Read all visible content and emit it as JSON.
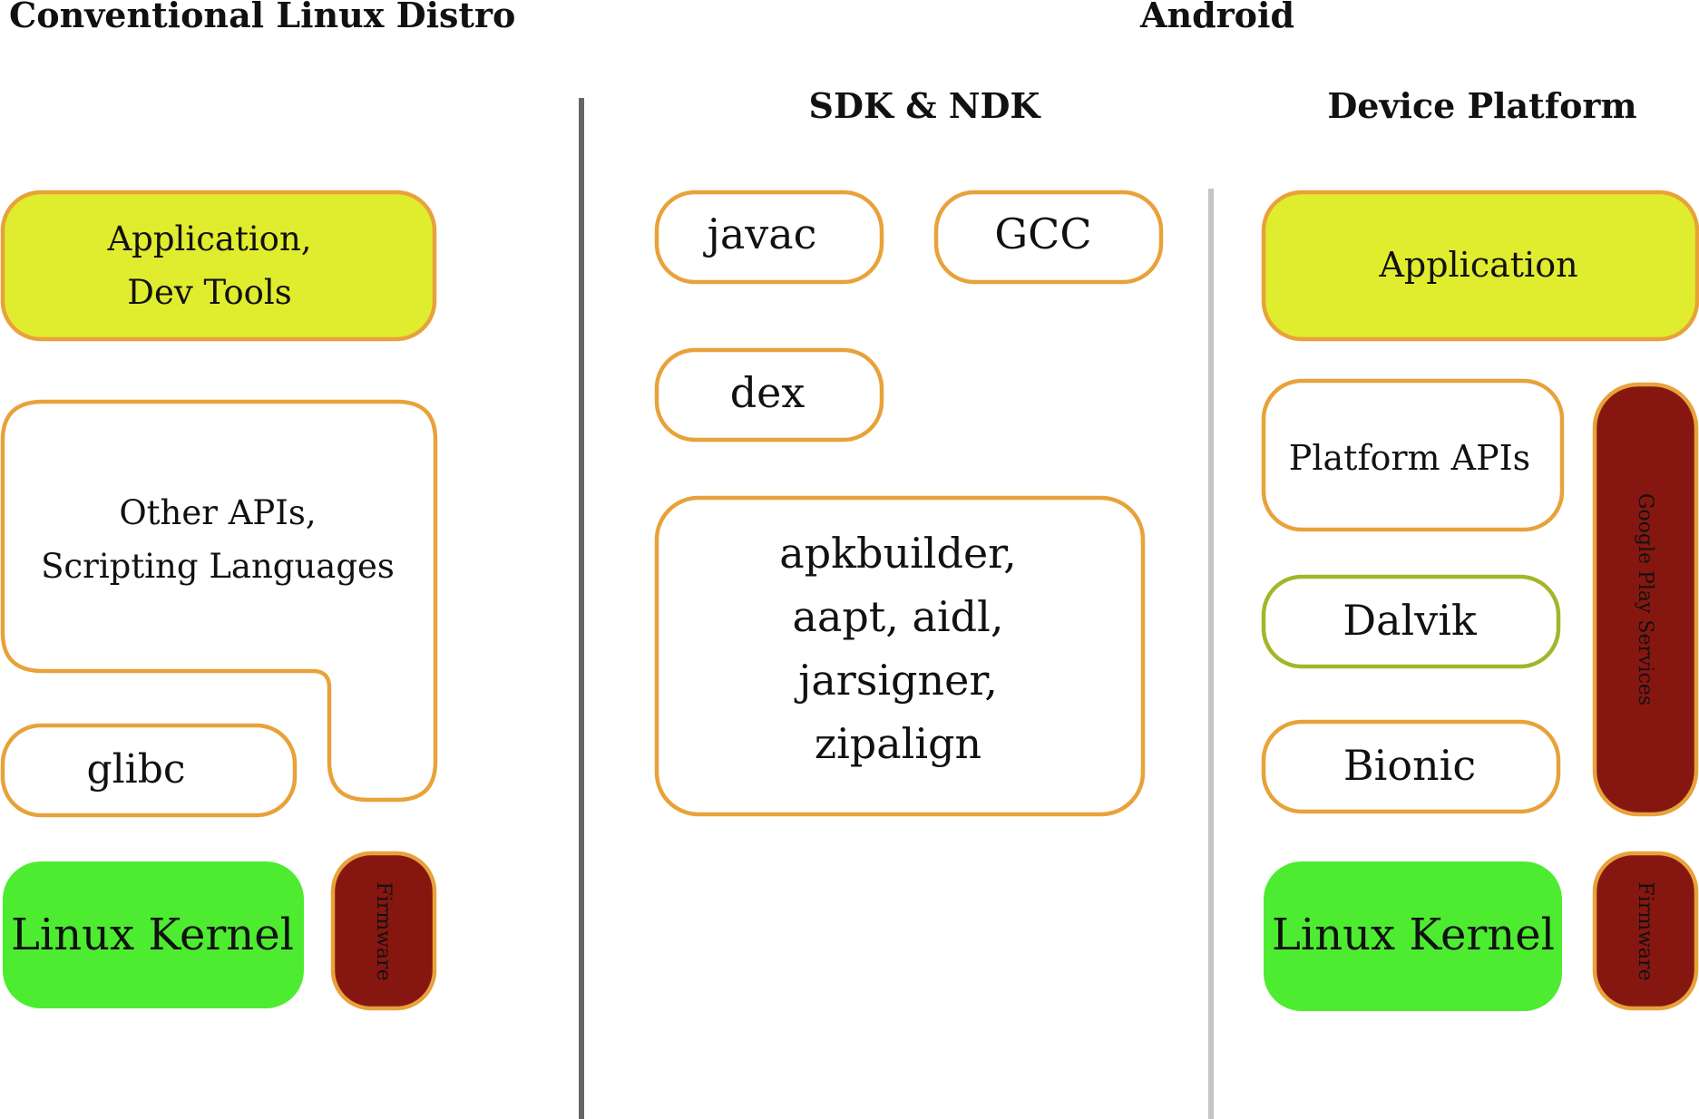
{
  "headers": {
    "linux": "Conventional Linux Distro",
    "android": "Android",
    "sdk": "SDK & NDK",
    "device": "Device Platform"
  },
  "linux": {
    "application": [
      "Application,",
      "Dev Tools"
    ],
    "other_apis": [
      "Other APIs,",
      "Scripting Languages"
    ],
    "glibc": "glibc",
    "kernel": "Linux Kernel",
    "firmware": "Firmware"
  },
  "sdk": {
    "javac": "javac",
    "gcc": "GCC",
    "dex": "dex",
    "tools": [
      "apkbuilder,",
      "aapt, aidl,",
      "jarsigner,",
      "zipalign"
    ]
  },
  "device": {
    "application": "Application",
    "platform_apis": "Platform APIs",
    "dalvik": "Dalvik",
    "bionic": "Bionic",
    "kernel": "Linux Kernel",
    "firmware": "Firmware",
    "play_services": "Google Play Services"
  },
  "colors": {
    "application_fill": "#e0ec2e",
    "kernel_fill": "#4dec31",
    "firmware_fill": "#861710",
    "box_border": "#e8a23a",
    "dalvik_border": "#a4b52a",
    "main_divider": "#666666",
    "sub_divider": "#c4c4c4"
  }
}
